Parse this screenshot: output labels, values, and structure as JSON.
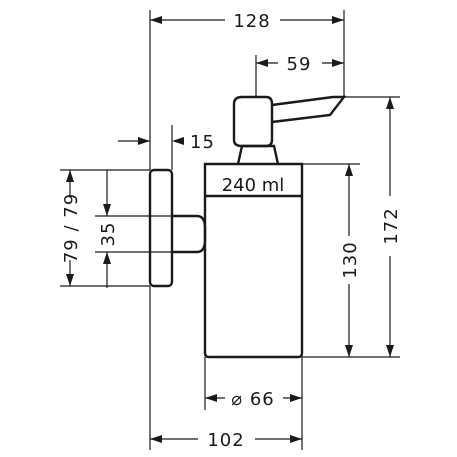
{
  "dimensions": {
    "overall_depth": "128",
    "pump_offset": "59",
    "plate_thickness": "15",
    "mount_height": "79 / 79",
    "mount_hole_spacing": "35",
    "bottle_height": "130",
    "total_height": "172",
    "diameter": "⌀ 66",
    "bottom_depth": "102"
  },
  "capacity_label": "240 ml"
}
